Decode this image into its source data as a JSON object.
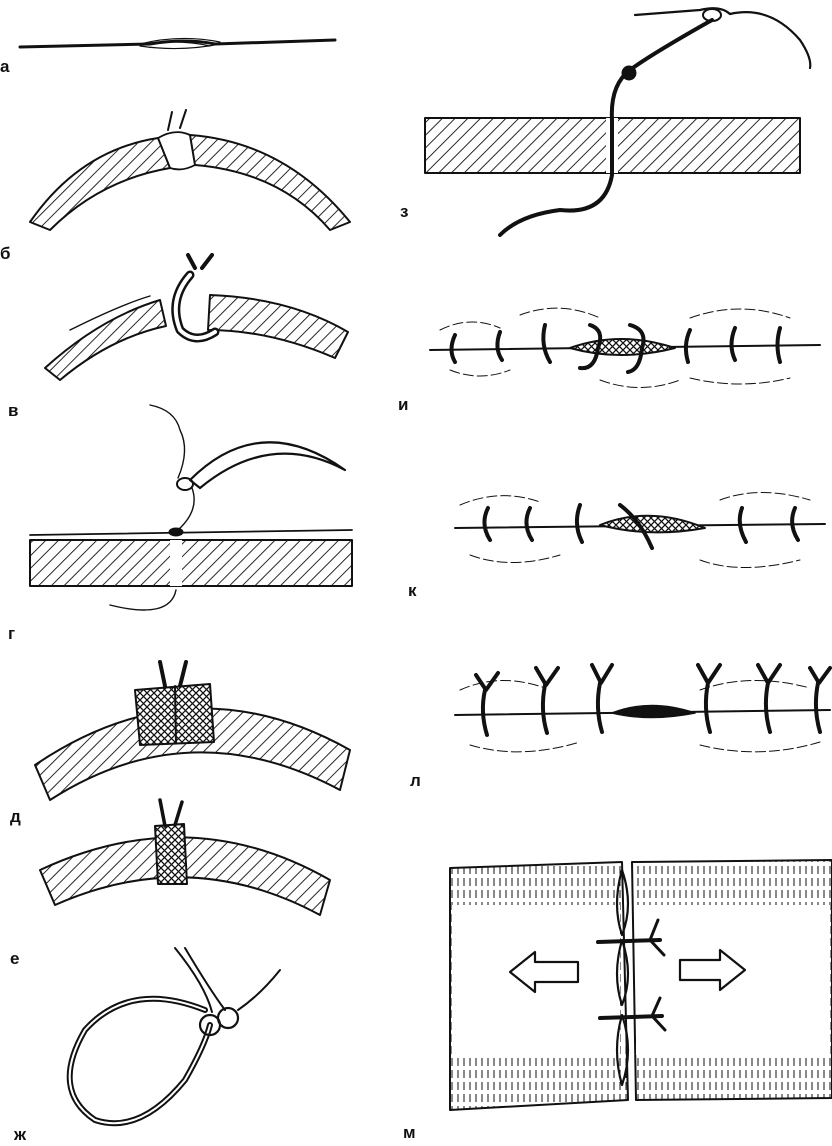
{
  "panels": [
    {
      "id": "a",
      "label": "а"
    },
    {
      "id": "b",
      "label": "б"
    },
    {
      "id": "v",
      "label": "в"
    },
    {
      "id": "g",
      "label": "г"
    },
    {
      "id": "d",
      "label": "д"
    },
    {
      "id": "e",
      "label": "е"
    },
    {
      "id": "zh",
      "label": "ж"
    },
    {
      "id": "z",
      "label": "з"
    },
    {
      "id": "i",
      "label": "и"
    },
    {
      "id": "k",
      "label": "к"
    },
    {
      "id": "l",
      "label": "л"
    },
    {
      "id": "m",
      "label": "м"
    }
  ],
  "colors": {
    "ink": "#111111",
    "paper": "#ffffff"
  }
}
